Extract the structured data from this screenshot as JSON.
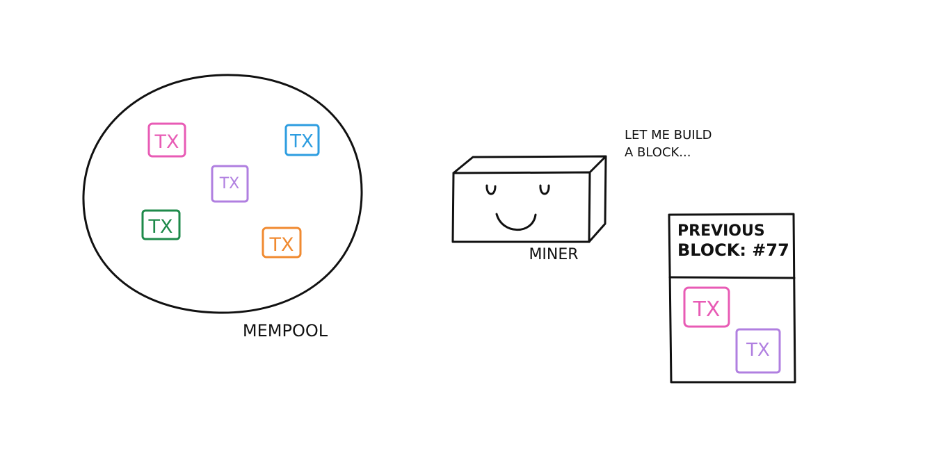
{
  "mempool": {
    "label": "MEMPOOL",
    "transactions": [
      {
        "label": "TX",
        "color": "#e85bb5"
      },
      {
        "label": "TX",
        "color": "#2d9de0"
      },
      {
        "label": "TX",
        "color": "#b07fe0"
      },
      {
        "label": "TX",
        "color": "#1e8a4a"
      },
      {
        "label": "TX",
        "color": "#f08a30"
      }
    ]
  },
  "miner": {
    "label": "MINER",
    "speech": {
      "line1": "LET ME BUILD",
      "line2": "A BLOCK..."
    }
  },
  "block": {
    "header_line1": "PREVIOUS",
    "header_line2": "BLOCK: #77",
    "transactions": [
      {
        "label": "TX",
        "color": "#e85bb5"
      },
      {
        "label": "TX",
        "color": "#b07fe0"
      }
    ]
  }
}
